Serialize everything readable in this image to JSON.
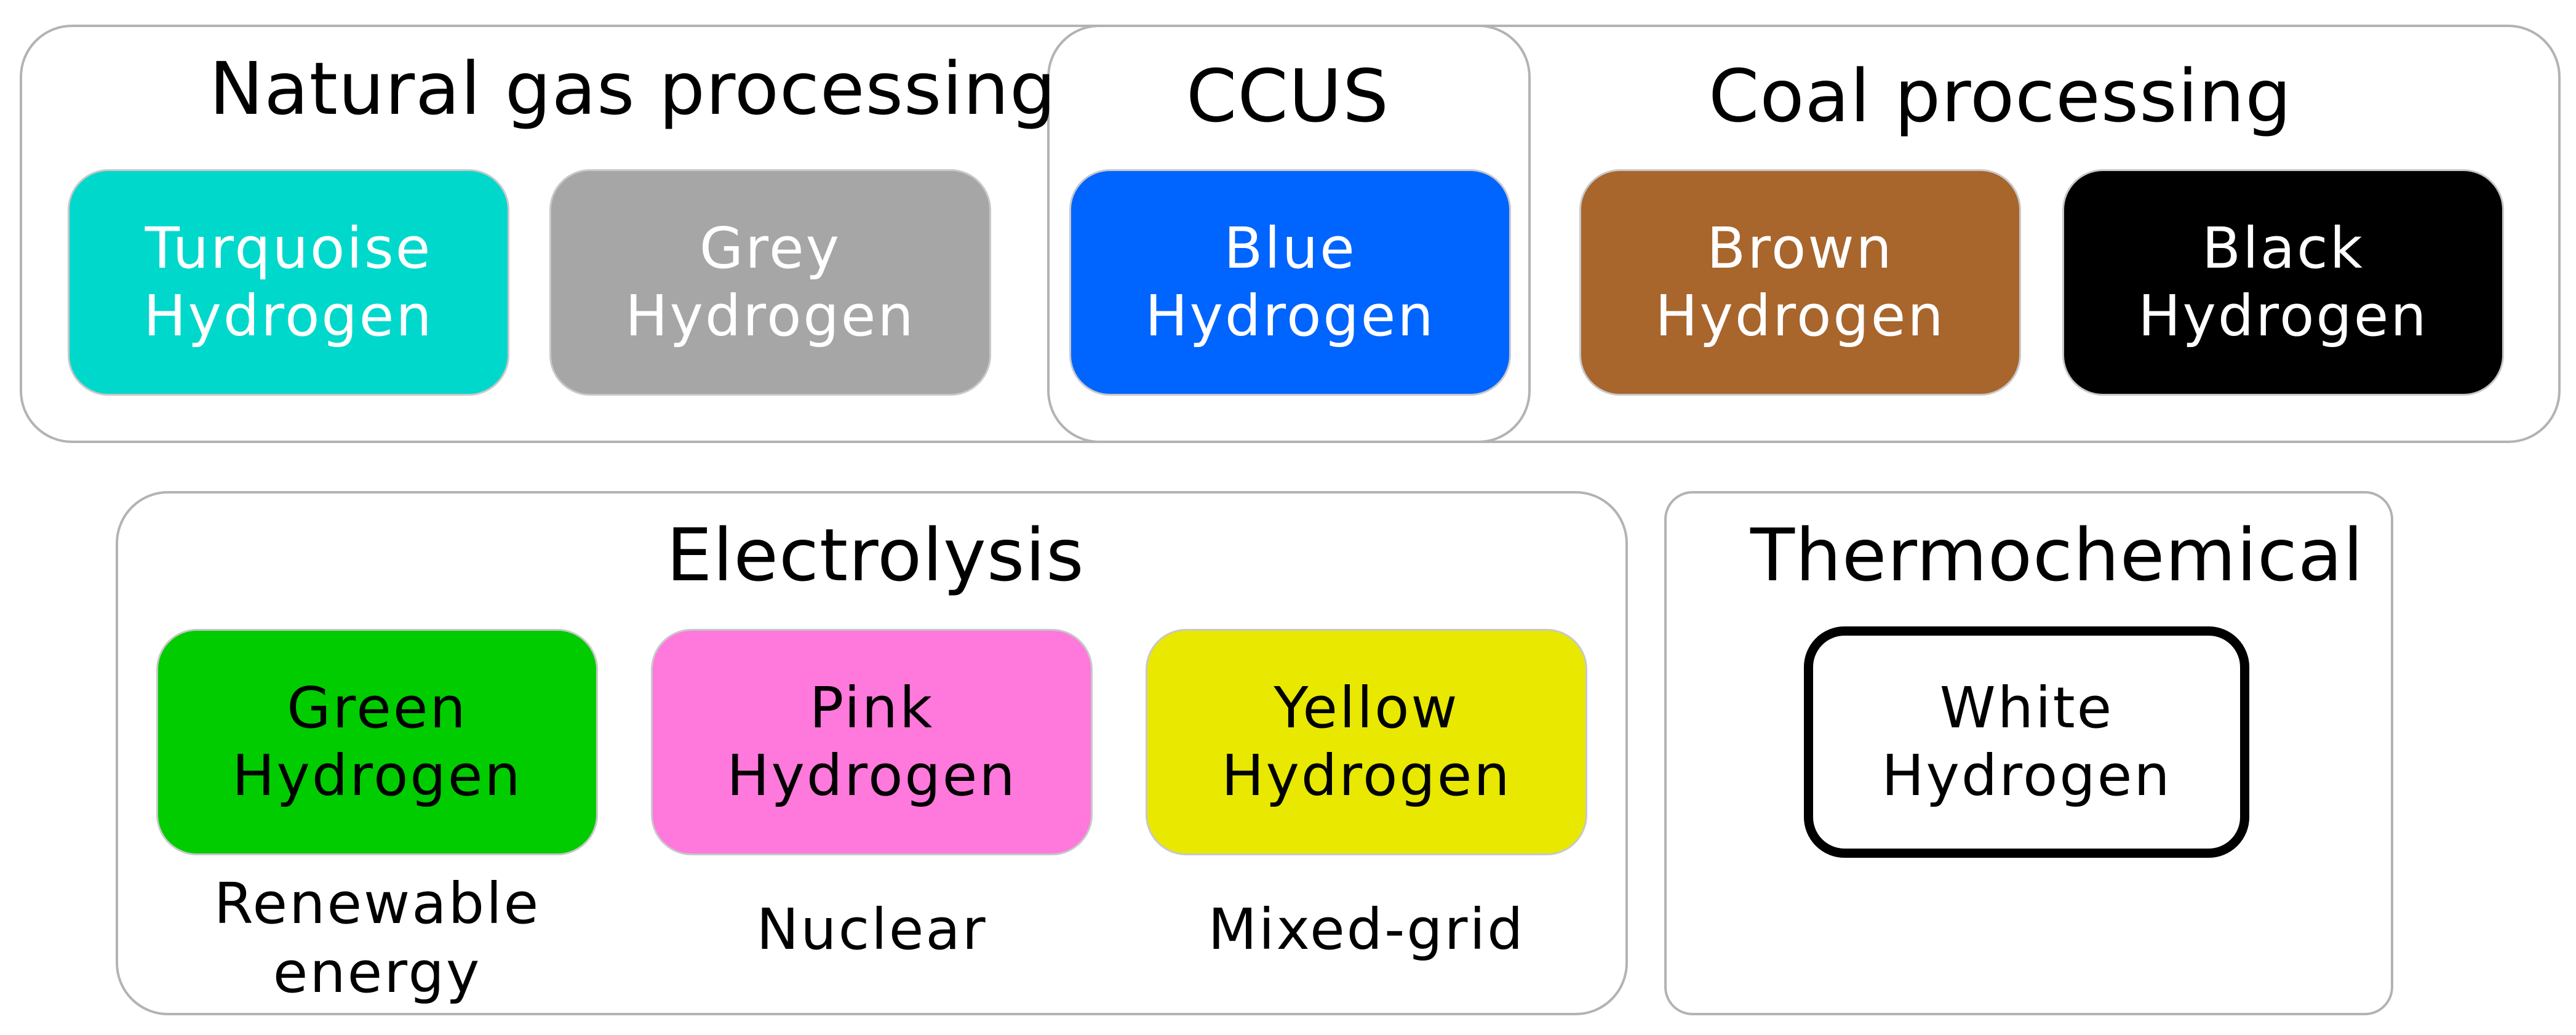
{
  "groups": {
    "natural_gas": {
      "title": "Natural gas processing"
    },
    "ccus": {
      "title": "CCUS"
    },
    "coal": {
      "title": "Coal processing"
    },
    "electrolysis": {
      "title": "Electrolysis"
    },
    "thermochemical": {
      "title": "Thermochemical"
    }
  },
  "cards": {
    "turquoise": {
      "line1": "Turquoise",
      "line2": "Hydrogen",
      "color": "#00d8cc"
    },
    "grey": {
      "line1": "Grey",
      "line2": "Hydrogen",
      "color": "#a6a6a6"
    },
    "blue": {
      "line1": "Blue",
      "line2": "Hydrogen",
      "color": "#0064ff"
    },
    "brown": {
      "line1": "Brown",
      "line2": "Hydrogen",
      "color": "#a8652c"
    },
    "black": {
      "line1": "Black",
      "line2": "Hydrogen",
      "color": "#000000"
    },
    "green": {
      "line1": "Green",
      "line2": "Hydrogen",
      "color": "#00cc00"
    },
    "pink": {
      "line1": "Pink",
      "line2": "Hydrogen",
      "color": "#ff78dc"
    },
    "yellow": {
      "line1": "Yellow",
      "line2": "Hydrogen",
      "color": "#e8e800"
    },
    "white": {
      "line1": "White",
      "line2": "Hydrogen",
      "color": "#ffffff"
    }
  },
  "notes": {
    "green": {
      "line1": "Renewable",
      "line2": "energy"
    },
    "pink": {
      "line1": "Nuclear"
    },
    "yellow": {
      "line1": "Mixed-grid"
    }
  }
}
